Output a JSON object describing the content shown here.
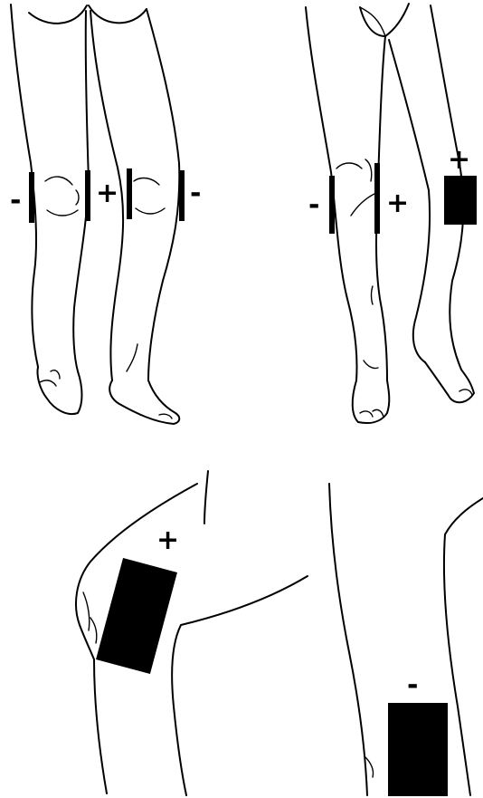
{
  "panels": [
    {
      "id": "front-view",
      "electrodes": [
        {
          "polarity": "-",
          "color": "#000000"
        },
        {
          "polarity": "+",
          "color": "#000000"
        },
        {
          "polarity": "+",
          "color": "#000000"
        },
        {
          "polarity": "-",
          "color": "#000000"
        }
      ]
    },
    {
      "id": "side-view",
      "electrodes": [
        {
          "polarity": "-",
          "color": "#000000"
        },
        {
          "polarity": "+",
          "color": "#000000"
        },
        {
          "polarity": "+",
          "color": "#000000"
        }
      ]
    },
    {
      "id": "knee-closeup",
      "electrodes": [
        {
          "polarity": "+",
          "color": "#000000"
        }
      ]
    },
    {
      "id": "calf-closeup",
      "electrodes": [
        {
          "polarity": "-",
          "color": "#000000"
        }
      ]
    }
  ]
}
